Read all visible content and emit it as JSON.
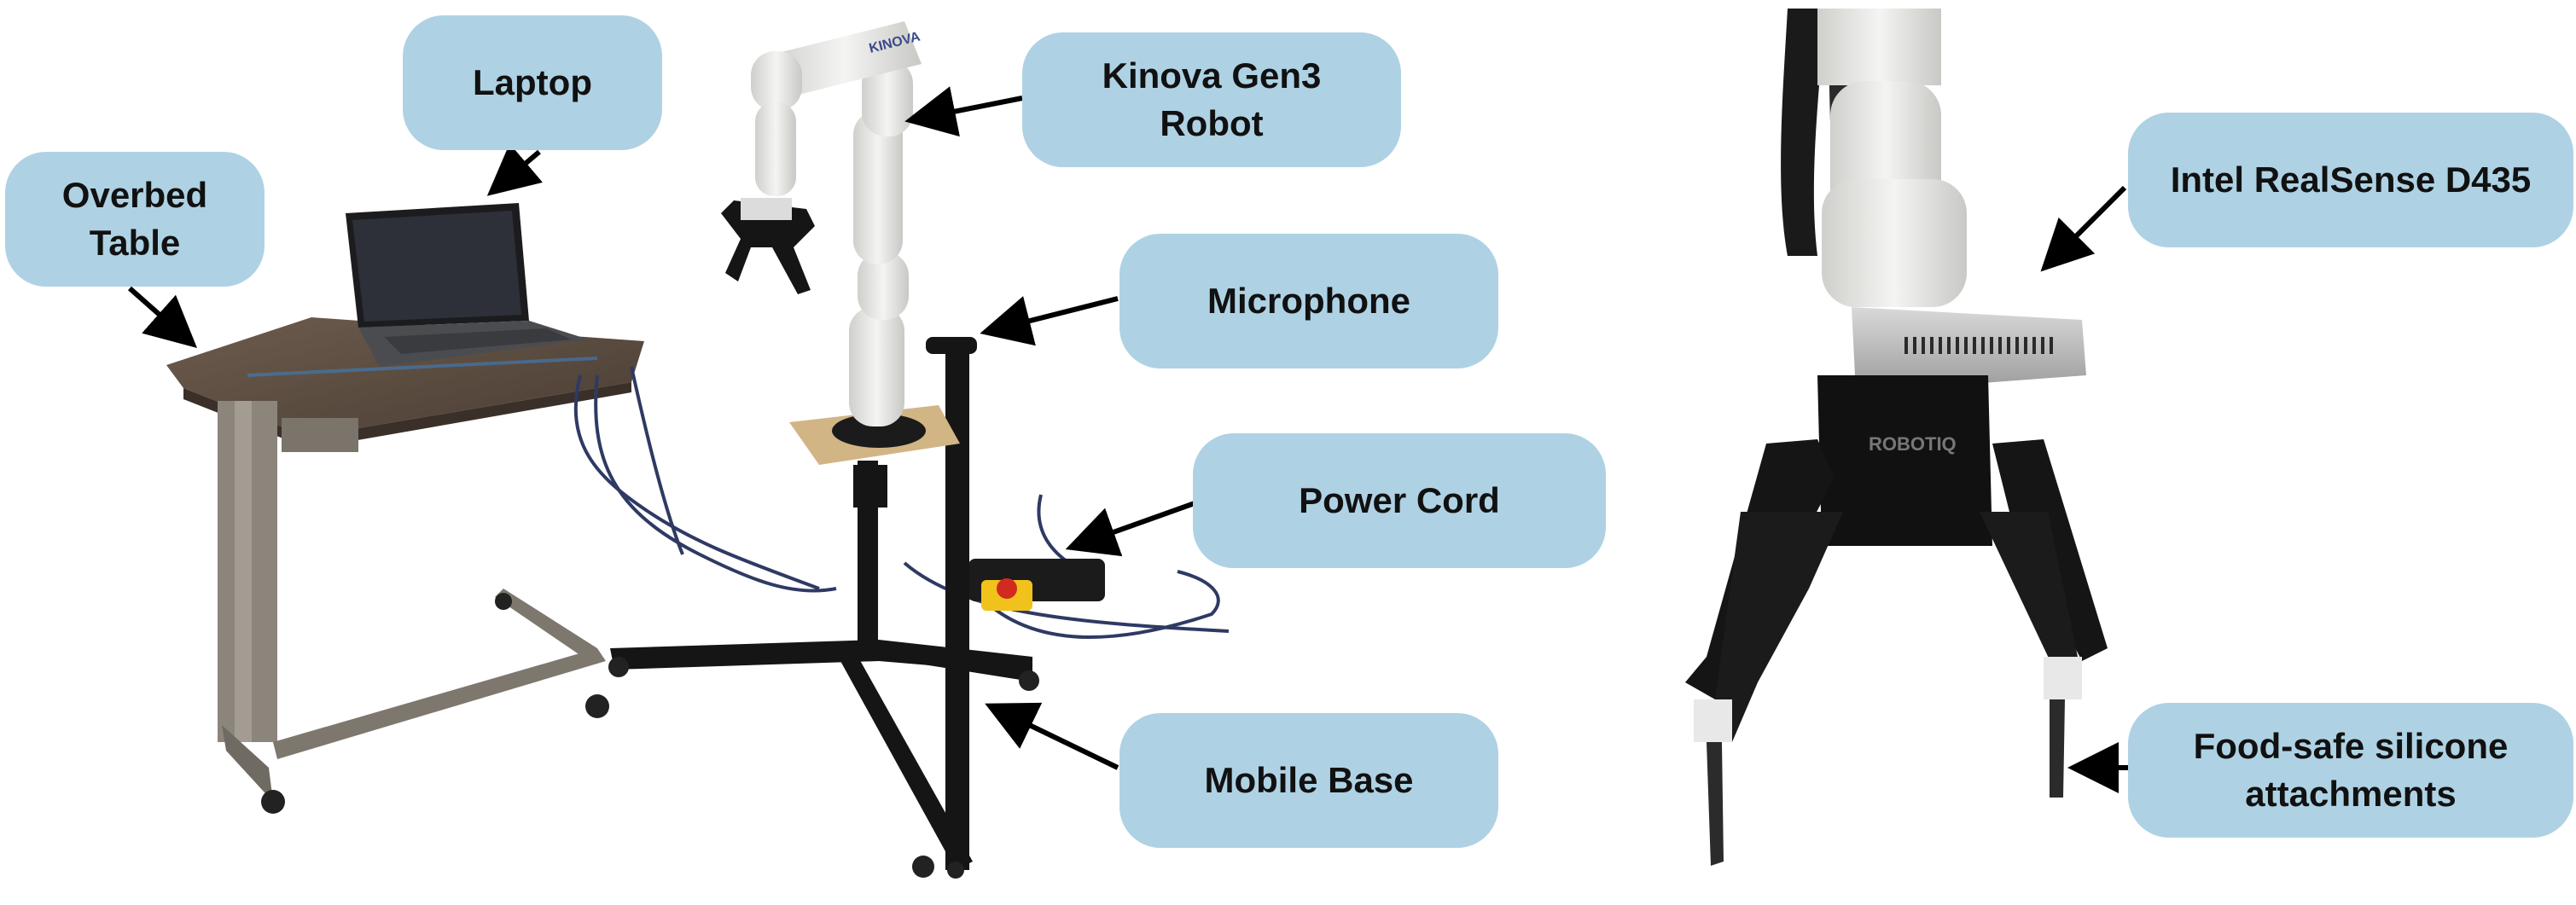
{
  "labels": {
    "laptop": "Laptop",
    "overbed_table": "Overbed\nTable",
    "kinova_robot": "Kinova Gen3\nRobot",
    "microphone": "Microphone",
    "power_cord": "Power Cord",
    "mobile_base": "Mobile Base",
    "realsense": "Intel RealSense D435",
    "silicone": "Food-safe silicone\nattachments"
  },
  "brand_text": {
    "kinova": "KINOVA",
    "robotiq": "ROBOTIQ"
  },
  "colors": {
    "label_bg": "#aed2e4",
    "arrow": "#000000",
    "robot_white": "#e4e4e2",
    "frame_black": "#151515",
    "table_wood": "#5a4b3f",
    "table_metal": "#8c857b"
  }
}
